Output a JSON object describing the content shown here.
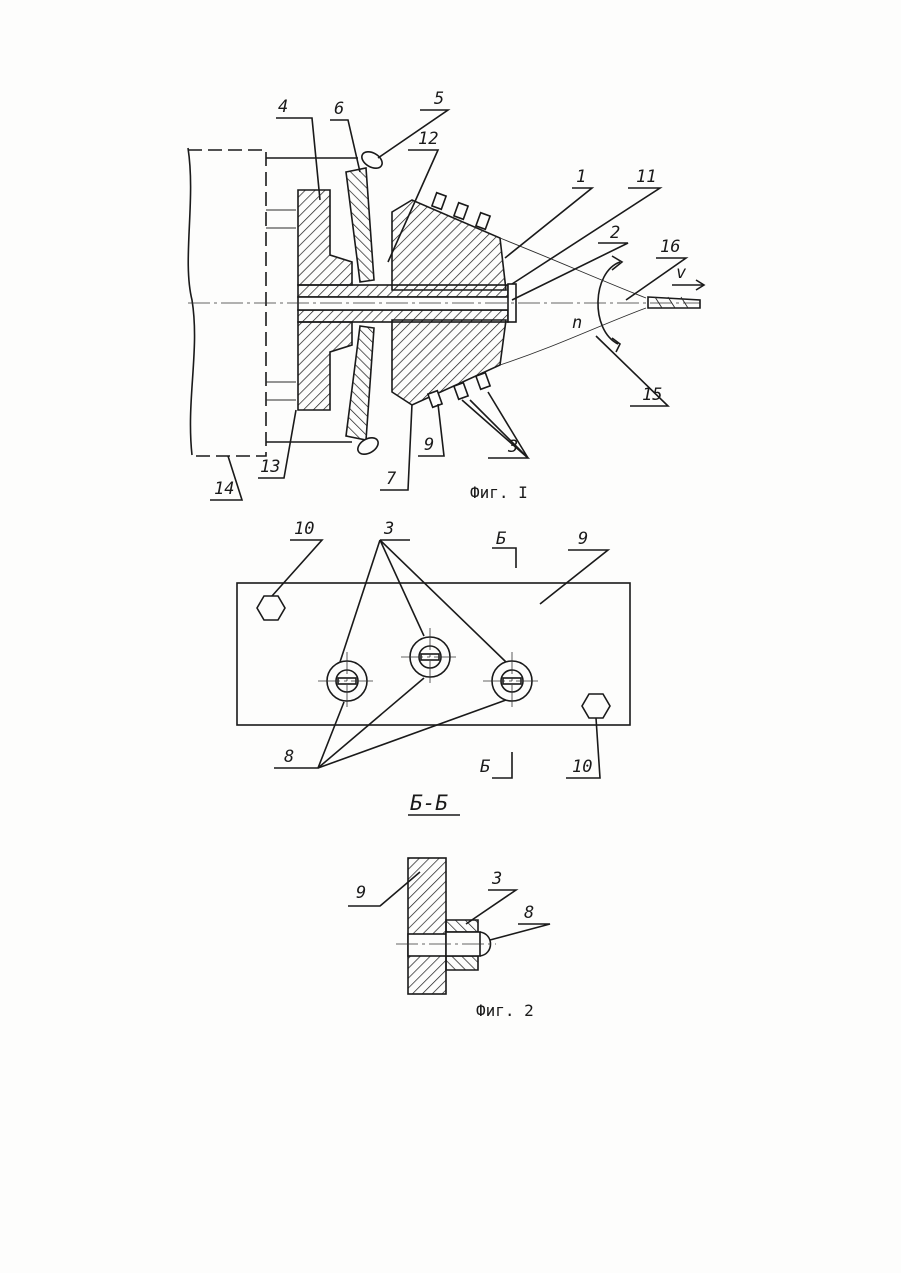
{
  "figure1": {
    "caption": "Фиг. I",
    "labels": {
      "l1": "1",
      "l2": "2",
      "l3": "3",
      "l4": "4",
      "l5": "5",
      "l6": "6",
      "l7": "7",
      "l9": "9",
      "l11": "11",
      "l12": "12",
      "l13": "13",
      "l14": "14",
      "l15": "15",
      "l16": "16",
      "n": "n",
      "v": "v"
    }
  },
  "section_view": {
    "title": "Б-Б",
    "marker_top": "Б",
    "marker_bottom": "Б",
    "labels": {
      "l3": "3",
      "l9": "9",
      "l10a": "10",
      "l10b": "10",
      "l8": "8"
    }
  },
  "figure2": {
    "caption": "Фиг. 2",
    "labels": {
      "l9": "9",
      "l3": "3",
      "l8": "8"
    }
  }
}
